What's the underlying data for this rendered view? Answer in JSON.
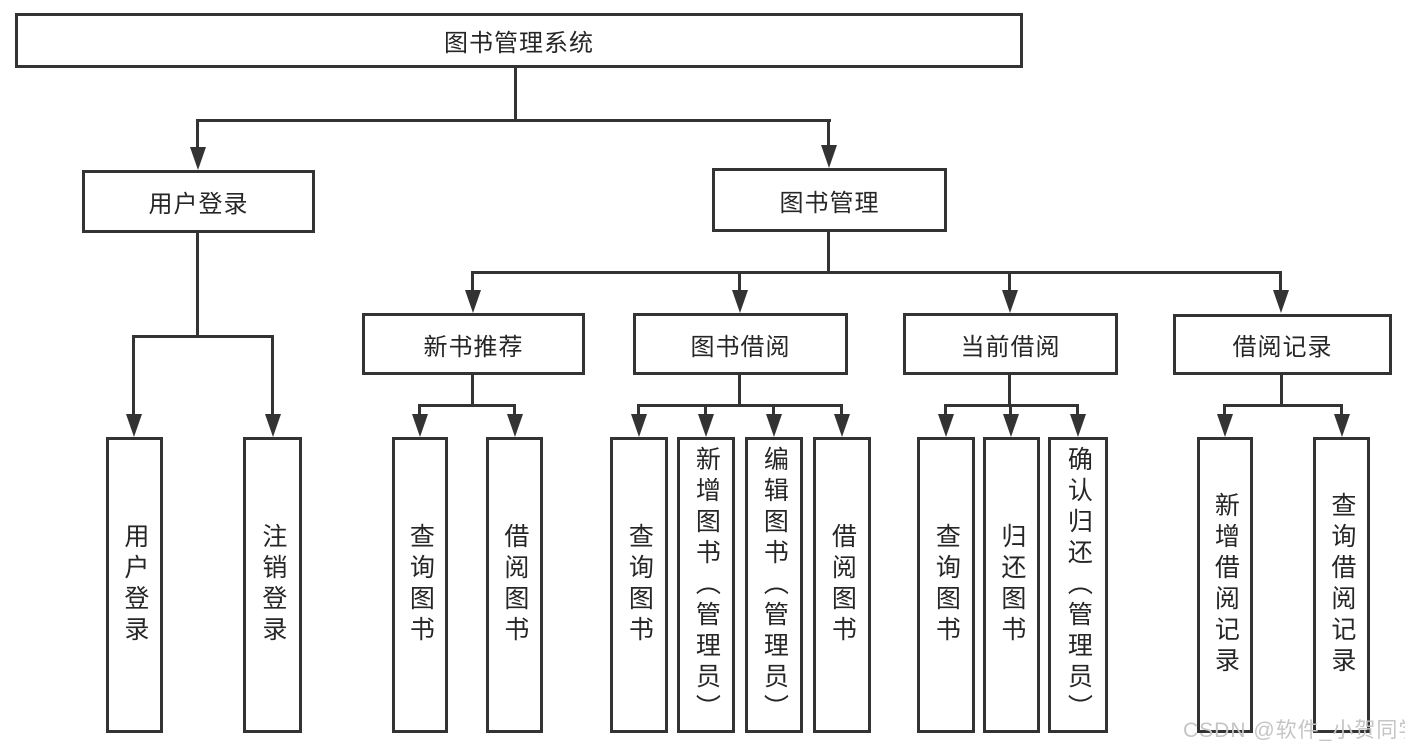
{
  "tree": {
    "root": "图书管理系统",
    "branches": [
      {
        "label": "用户登录",
        "children": [
          "用户登录",
          "注销登录"
        ]
      },
      {
        "label": "图书管理",
        "children": [
          {
            "label": "新书推荐",
            "children": [
              "查询图书",
              "借阅图书"
            ]
          },
          {
            "label": "图书借阅",
            "children": [
              "查询图书",
              "新增图书（管理员）",
              "编辑图书（管理员）",
              "借阅图书"
            ]
          },
          {
            "label": "当前借阅",
            "children": [
              "查询图书",
              "归还图书",
              "确认归还（管理员）"
            ]
          },
          {
            "label": "借阅记录",
            "children": [
              "新增借阅记录",
              "查询借阅记录"
            ]
          }
        ]
      }
    ]
  },
  "watermark": {
    "text": "CSDN @软件_小贺同学"
  },
  "colors": {
    "line": "#333333",
    "text": "#262626",
    "background": "#ffffff",
    "watermark": "#c5c5c5"
  }
}
